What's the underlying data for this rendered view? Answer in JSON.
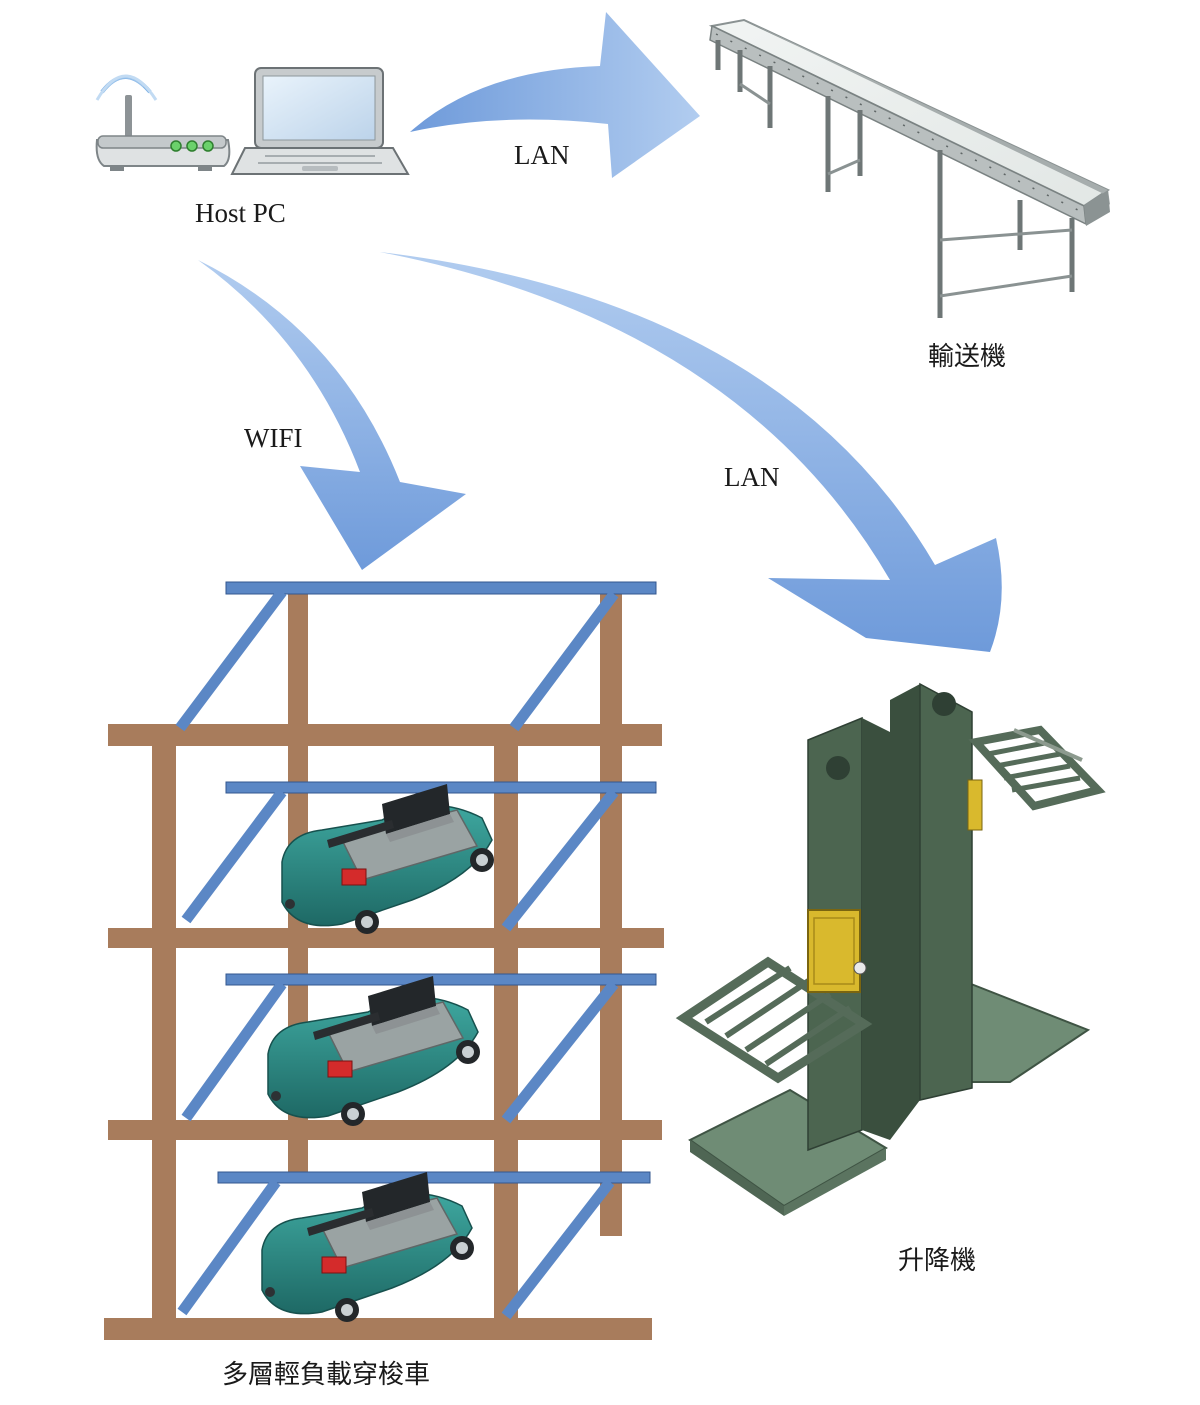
{
  "nodes": {
    "host_pc": {
      "label": "Host PC"
    },
    "conveyor": {
      "label": "輸送機"
    },
    "lifter": {
      "label": "升降機"
    },
    "shuttle_rack": {
      "label": "多層輕負載穿梭車"
    }
  },
  "links": [
    {
      "from": "Host PC",
      "to": "輸送機",
      "label": "LAN"
    },
    {
      "from": "Host PC",
      "to": "多層輕負載穿梭車",
      "label": "WIFI"
    },
    {
      "from": "Host PC",
      "to": "升降機",
      "label": "LAN"
    }
  ],
  "colors": {
    "arrow": "#7ba3dc",
    "rack_wood": "#a87c5c",
    "rack_brace": "#5b87c5",
    "shuttle_body": "#2e8a84",
    "lifter_green": "#4c6550",
    "lifter_platform": "#6f8c75",
    "accent_red": "#d42b2b",
    "accent_yellow": "#d9b92d"
  },
  "icons": [
    "router-icon",
    "laptop-icon",
    "conveyor-image",
    "lifter-image",
    "shuttle-cart-icon"
  ]
}
